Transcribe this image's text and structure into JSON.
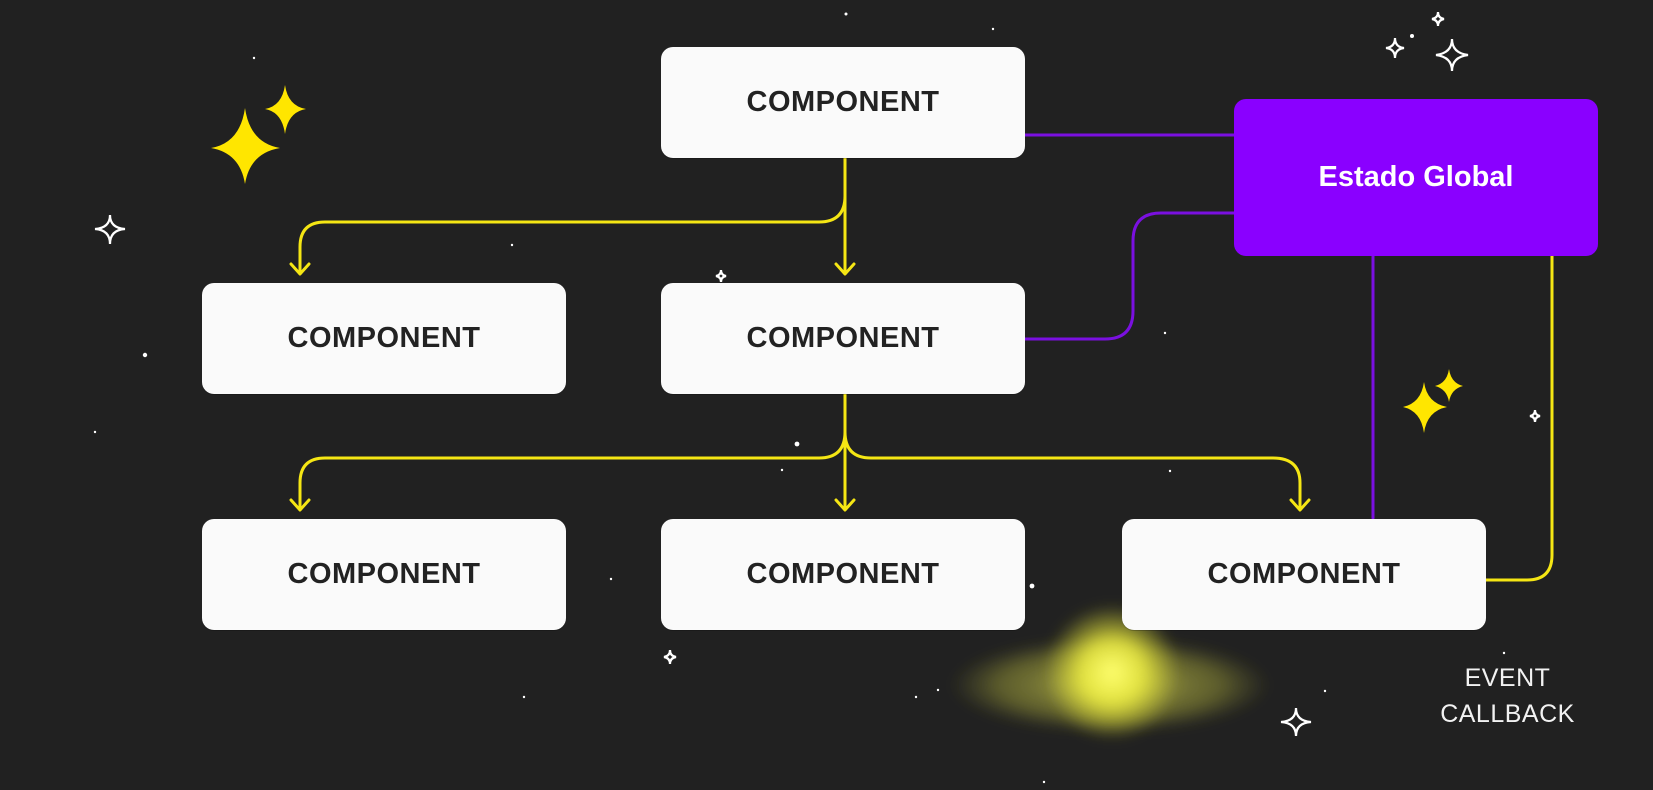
{
  "nodes": {
    "root": "COMPONENT",
    "mid_left": "COMPONENT",
    "mid_center": "COMPONENT",
    "bottom_left": "COMPONENT",
    "bottom_center": "COMPONENT",
    "bottom_right": "COMPONENT"
  },
  "global_state": {
    "label": "Estado Global"
  },
  "event_callback": {
    "line1": "EVENT",
    "line2": "CALLBACK"
  },
  "colors": {
    "background": "#212121",
    "node_fill": "#fafafa",
    "node_text": "#222222",
    "global_fill": "#8a00ff",
    "props_arrow": "#f5e614",
    "state_link": "#7a10e0",
    "callback_link": "#f5e614",
    "sparkle_yellow": "#ffe600",
    "sparkle_white": "#ffffff"
  },
  "decorations": {
    "yellow_sparkles": 4,
    "white_sparkles": 8,
    "planet": "glowing-yellow-planet-with-ring"
  }
}
